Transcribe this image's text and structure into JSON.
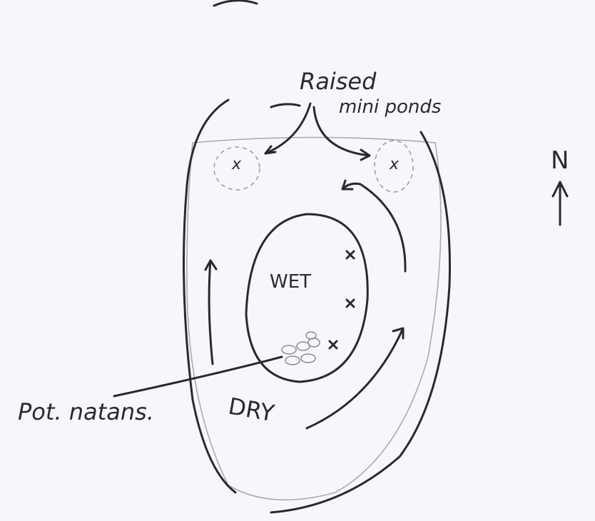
{
  "labels": {
    "raised_line1": "Raised",
    "raised_line2": "mini ponds",
    "wet": "WET",
    "dry": "DRY",
    "plant": "Pot. natans.",
    "north": "N",
    "pond_mark": "x",
    "plant_mark": "x"
  }
}
